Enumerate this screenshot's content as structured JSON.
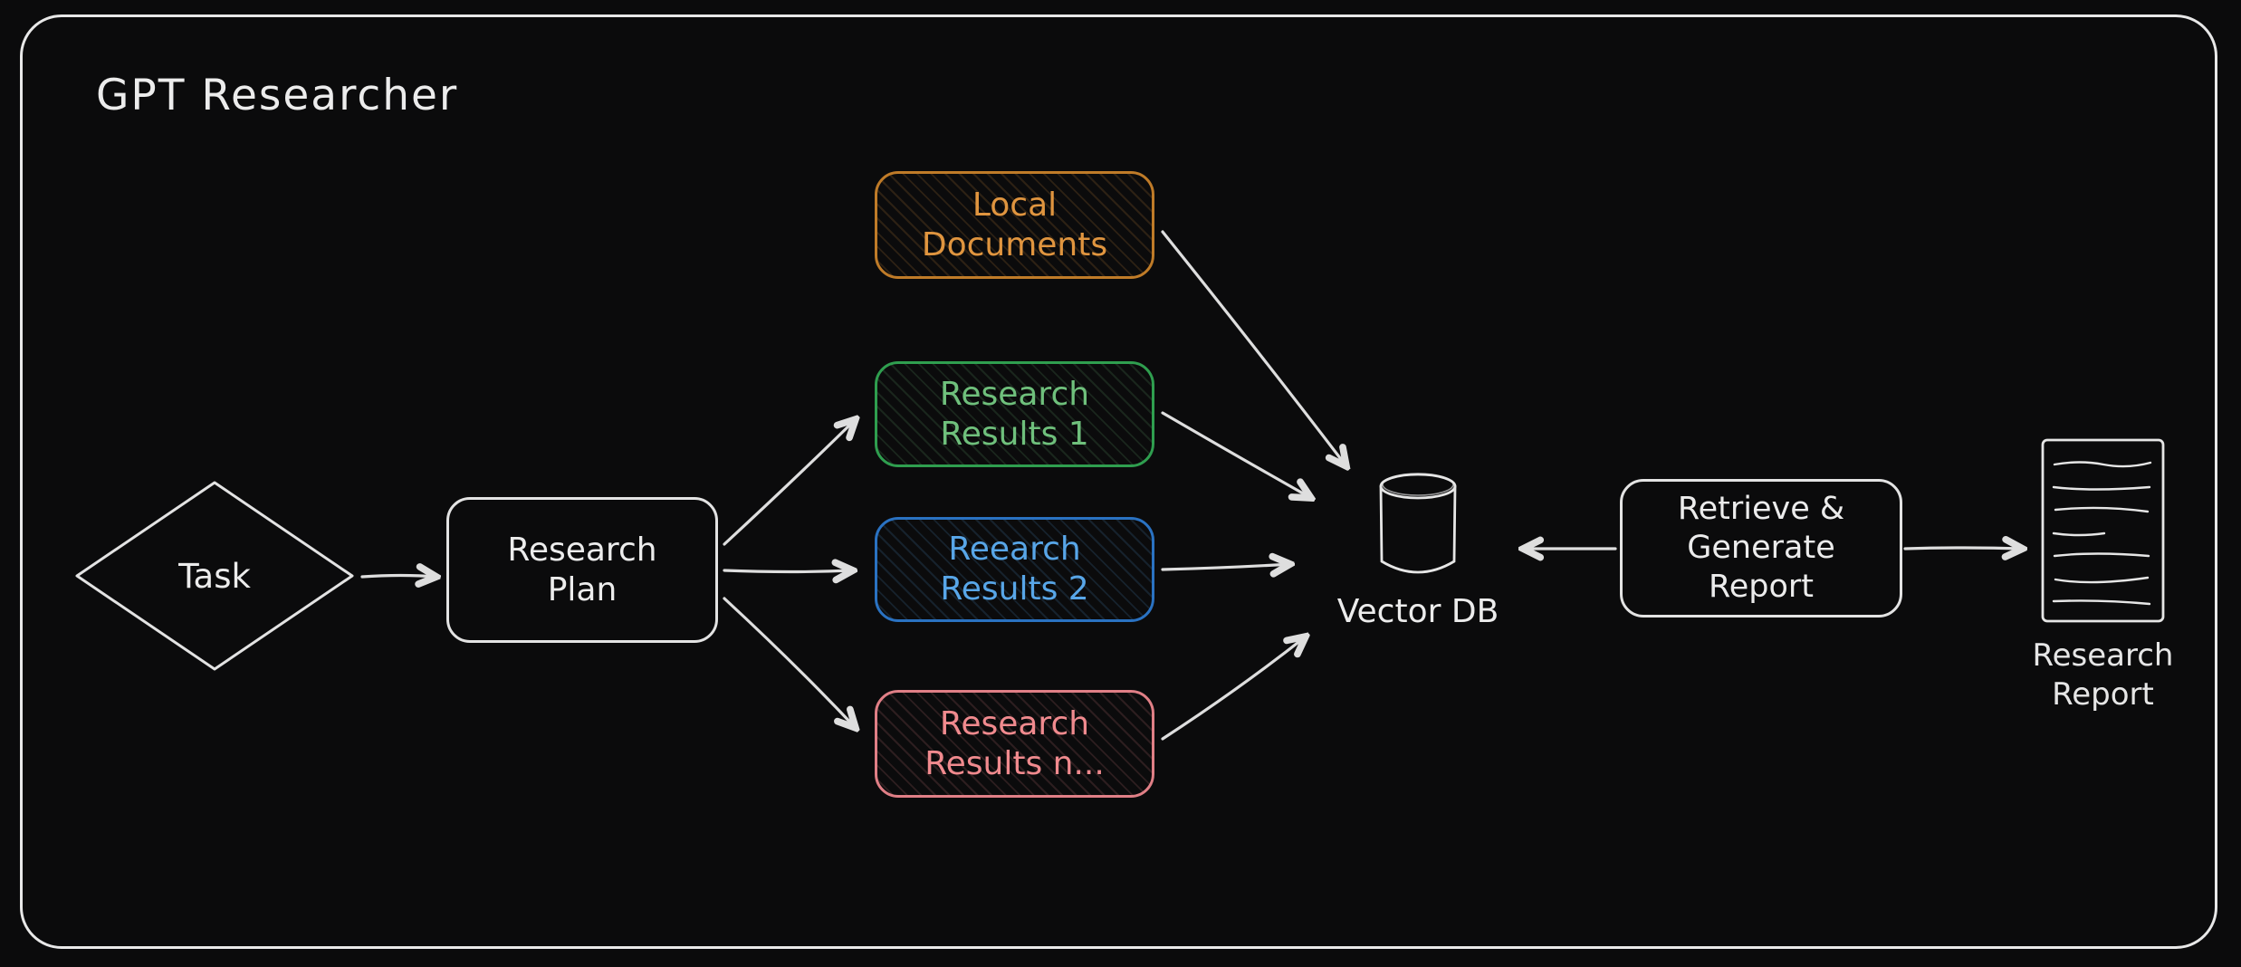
{
  "title": "GPT Researcher",
  "nodes": {
    "task": {
      "label": "Task"
    },
    "research_plan": {
      "lines": [
        "Research",
        "Plan"
      ]
    },
    "local_documents": {
      "lines": [
        "Local",
        "Documents"
      ]
    },
    "research_results_1": {
      "lines": [
        "Research",
        "Results 1"
      ]
    },
    "research_results_2": {
      "lines": [
        "Reearch",
        "Results 2"
      ]
    },
    "research_results_n": {
      "lines": [
        "Research",
        "Results n..."
      ]
    },
    "vector_db": {
      "label": "Vector DB"
    },
    "retrieve_generate": {
      "lines": [
        "Retrieve &",
        "Generate",
        "Report"
      ]
    },
    "research_report": {
      "lines": [
        "Research",
        "Report"
      ]
    }
  },
  "colors": {
    "canvas": "#0b0b0c",
    "stroke_white": "#e6e6e6",
    "orange_border": "#bf7b28",
    "orange_text": "#e0953f",
    "green_border": "#2f9e4f",
    "green_text": "#6fc07c",
    "blue_border": "#2a72c2",
    "blue_text": "#58a6e8",
    "red_border": "#e07f86",
    "red_text": "#f08a8e"
  }
}
